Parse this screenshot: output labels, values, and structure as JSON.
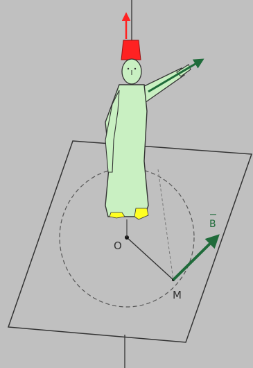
{
  "labels": {
    "origin": "O",
    "point": "M",
    "field_vector": "B"
  },
  "colors": {
    "background": "#c0c0c0",
    "plane": "#333333",
    "circle": "#555555",
    "figure_body": "#c9f0c2",
    "hat": "#ff2222",
    "feet": "#ffff22",
    "vector_arrow": "#1f6b3a"
  }
}
